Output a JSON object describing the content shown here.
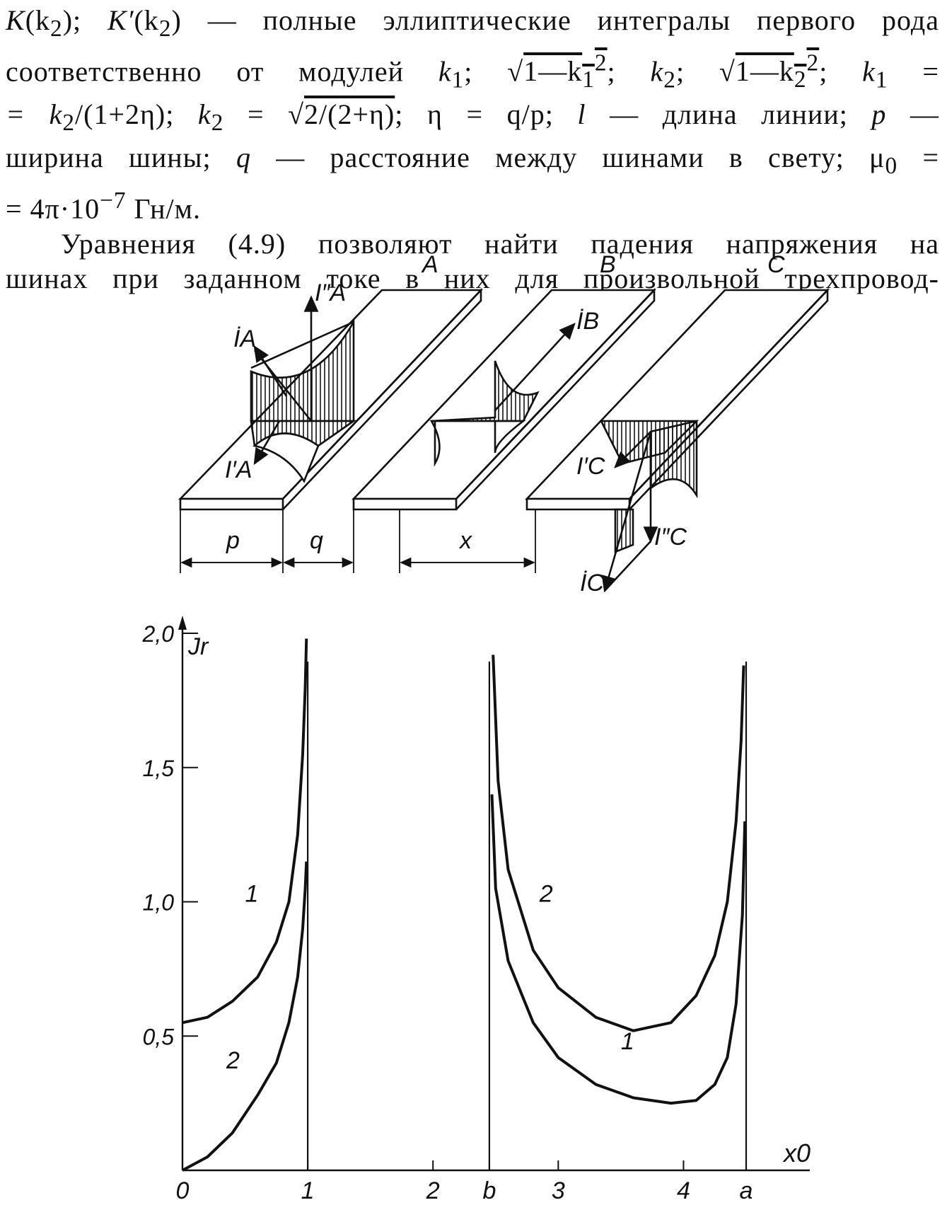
{
  "text": {
    "l1": {
      "a": "K",
      "b": "(k",
      "c": "2",
      "d": "); ",
      "e": "K′",
      "f": "(k",
      "g": "2",
      "h": ")",
      "rest": " — полные эллиптические интегралы первого рода"
    },
    "l2": {
      "pre": "соответственно от модулей ",
      "k1": "k",
      "k1s": "1",
      "sep1": "; √",
      "r1": "1—k",
      "r1s": "1",
      "r1p": "2",
      "sep2": "; ",
      "k2": "k",
      "k2s": "2",
      "sep3": "; √",
      "r2": "1—k",
      "r2s": "2",
      "r2p": "2",
      "sep4": "; ",
      "k1b": "k",
      "k1bs": "1",
      "eq": " ="
    },
    "l3": {
      "a": "= k",
      "as": "2",
      "b": "/(1+2η); ",
      "c": "k",
      "cs": "2",
      "d": " = √",
      "e": "2/(2+η)",
      "f": "; η = q/p; ",
      "g": "l",
      "h": " — длина линии; ",
      "i": "p",
      "j": " —"
    },
    "l4": {
      "a": "ширина шины; ",
      "b": "q",
      "c": " — расстояние между шинами в свету; μ",
      "cs": "0",
      "d": " ="
    },
    "l5": {
      "a": "= 4π·10",
      "sup": "−7",
      "b": " Гн/м."
    },
    "l6": "Уравнения (4.9) позволяют найти падения напряжения на",
    "l7": "шинах при заданном токе в них для произвольной трехпровод-"
  },
  "figure": {
    "bus_labels": [
      "A",
      "B",
      "C"
    ],
    "current_labels": {
      "iA": "İA",
      "IA2": "I″A",
      "IA1": "I′A",
      "iB": "İB",
      "iC": "İC",
      "IC1": "I′C",
      "IC2": "I″C"
    },
    "dims": {
      "p": "p",
      "q": "q",
      "x": "x"
    }
  },
  "chart_data": {
    "type": "line",
    "title": "",
    "xlabel": "x0",
    "ylabel": "Jr",
    "ylim": [
      0,
      2.0
    ],
    "xlim": [
      0,
      4.5
    ],
    "y_ticks": [
      "0,5",
      "1,0",
      "1,5",
      "2,0"
    ],
    "y_tick_values": [
      0.5,
      1.0,
      1.5,
      2.0
    ],
    "x_ticks": [
      "0",
      "1",
      "2",
      "b",
      "3",
      "4",
      "a"
    ],
    "x_tick_values": [
      0,
      1,
      2,
      2.45,
      3,
      4,
      4.5
    ],
    "vertical_lines_at": [
      1,
      2.45,
      4.5
    ],
    "series": [
      {
        "name": "1",
        "segments": [
          {
            "x": [
              0,
              0.2,
              0.4,
              0.6,
              0.75,
              0.85,
              0.92,
              0.96,
              0.98,
              0.99
            ],
            "y": [
              0.55,
              0.57,
              0.63,
              0.72,
              0.85,
              1.0,
              1.25,
              1.55,
              1.8,
              1.98
            ]
          },
          {
            "x": [
              2.47,
              2.5,
              2.6,
              2.8,
              3.0,
              3.3,
              3.6,
              3.9,
              4.1,
              4.25,
              4.35,
              4.42,
              4.47,
              4.49
            ],
            "y": [
              1.4,
              1.05,
              0.78,
              0.55,
              0.42,
              0.32,
              0.27,
              0.25,
              0.26,
              0.32,
              0.42,
              0.62,
              0.95,
              1.3
            ]
          }
        ]
      },
      {
        "name": "2",
        "segments": [
          {
            "x": [
              0,
              0.2,
              0.4,
              0.6,
              0.75,
              0.85,
              0.92,
              0.96,
              0.98,
              0.99
            ],
            "y": [
              0.0,
              0.05,
              0.14,
              0.28,
              0.4,
              0.55,
              0.72,
              0.9,
              1.05,
              1.15
            ]
          },
          {
            "x": [
              2.48,
              2.52,
              2.6,
              2.8,
              3.0,
              3.3,
              3.6,
              3.9,
              4.1,
              4.25,
              4.35,
              4.42,
              4.46,
              4.48
            ],
            "y": [
              1.92,
              1.45,
              1.12,
              0.82,
              0.68,
              0.57,
              0.52,
              0.55,
              0.65,
              0.8,
              1.0,
              1.3,
              1.6,
              1.88
            ]
          }
        ]
      }
    ],
    "curve_labels": [
      {
        "text": "1",
        "x": 0.5,
        "y": 1.0
      },
      {
        "text": "2",
        "x": 0.35,
        "y": 0.38
      },
      {
        "text": "2",
        "x": 2.85,
        "y": 1.0
      },
      {
        "text": "1",
        "x": 3.5,
        "y": 0.45
      }
    ]
  }
}
